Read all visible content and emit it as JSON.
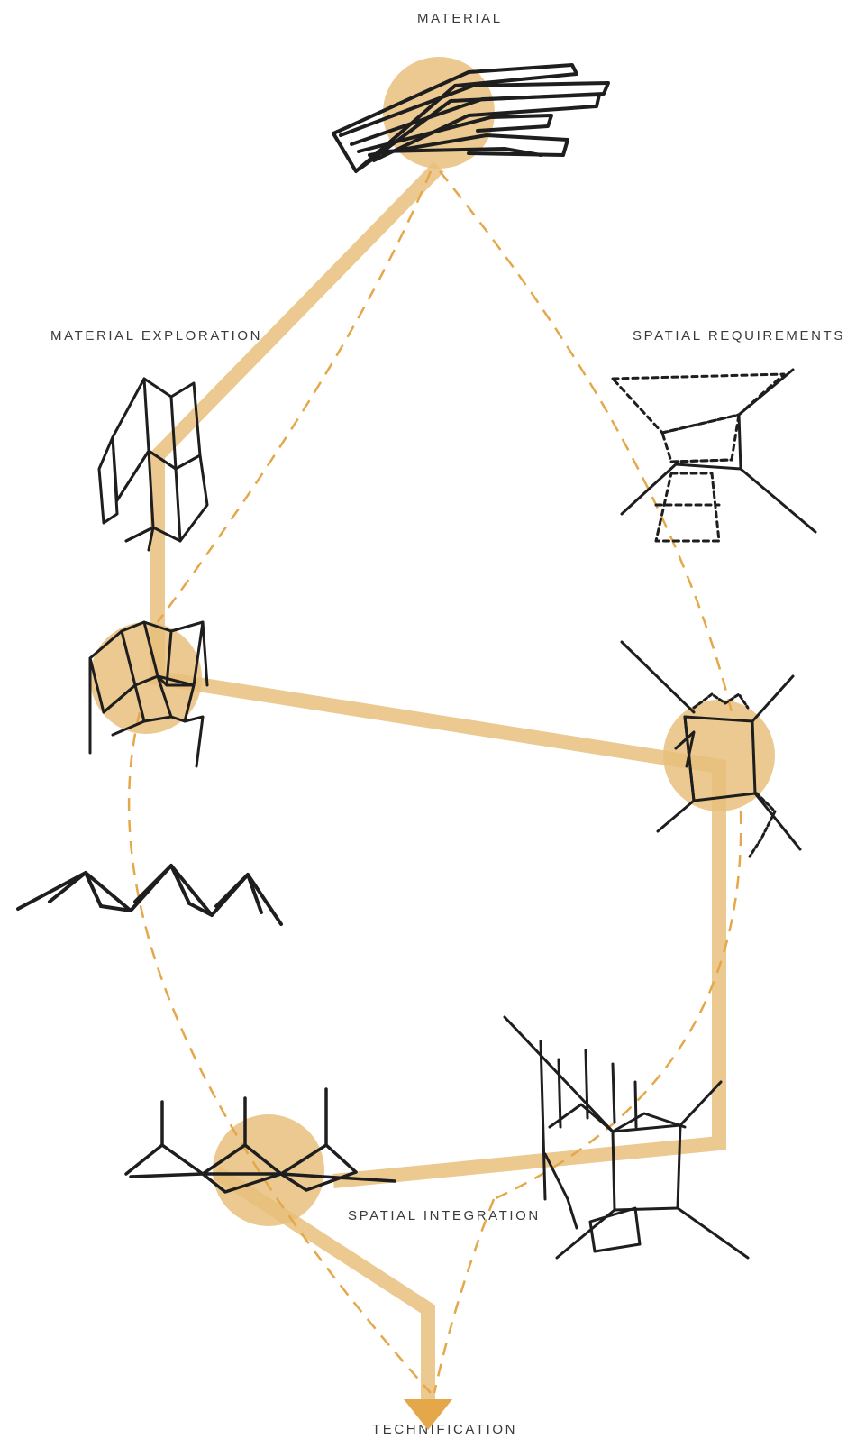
{
  "labels": {
    "material": "MATERIAL",
    "material_exploration": "MATERIAL EXPLORATION",
    "spatial_requirements": "SPATIAL REQUIREMENTS",
    "spatial_integration": "SPATIAL INTEGRATION",
    "technification": "TECHNIFICATION"
  },
  "colors": {
    "accent": "#e8c07c",
    "dashed": "#e4a84a",
    "ink": "#1e1e1e",
    "text": "#3a3a3a"
  }
}
